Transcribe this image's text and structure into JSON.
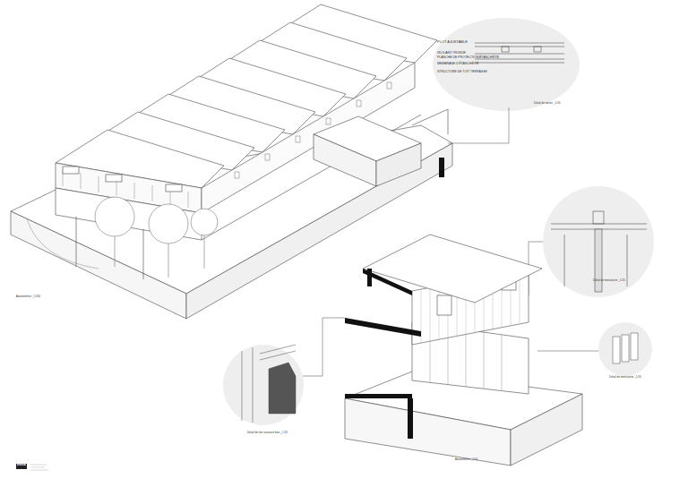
{
  "diagram": {
    "labels": [
      "PLOT AJUSTABLE",
      "ISOLANT RIGIDE",
      "PLANCHE DE PROTECTION/ÉTANCHÉITÉ",
      "MEMBRANE D'ÉTANCHÉITÉ",
      "STRUCTURE DE TOIT TERRASSE",
      "Détail de toiture _1:20",
      "Axonométrie _1:200",
      "Détail de menuiserie _1:20",
      "Détail de menuiserie _1:50",
      "Détail de mur ossature bois _1:20",
      "Axonométrie _1:50",
      "ENSA"
    ]
  }
}
